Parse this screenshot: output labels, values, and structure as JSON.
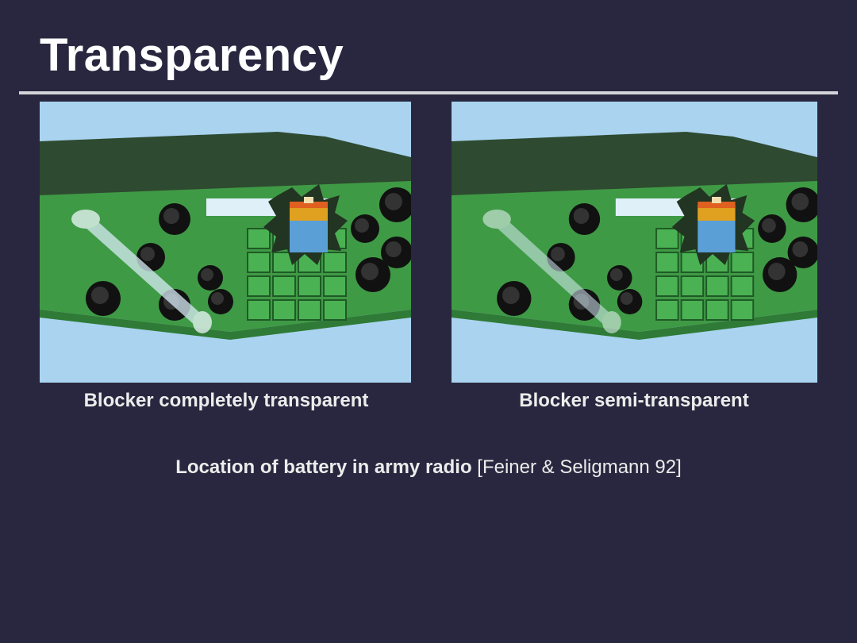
{
  "slide": {
    "title": "Transparency",
    "figures": [
      {
        "caption": "Blocker completely transparent",
        "blocker_opacity": 0.75
      },
      {
        "caption": "Blocker semi-transparent",
        "blocker_opacity": 0.55
      }
    ],
    "footer": {
      "bold_text": "Location of battery in army radio",
      "citation": "[Feiner & Seligmann 92]"
    }
  },
  "colors": {
    "background": "#29273f",
    "sky": "#a9d3ef",
    "radio_green": "#3f9a45",
    "radio_top": "#2e4a30"
  }
}
